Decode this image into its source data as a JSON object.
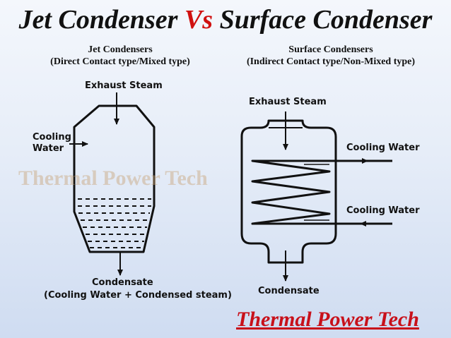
{
  "title": {
    "part1": "Jet Condenser ",
    "vs": "Vs",
    "part2": " Surface Condenser"
  },
  "jet": {
    "heading": "Jet Condensers",
    "subheading": "(Direct Contact type/Mixed type)",
    "exhaust_label": "Exhaust Steam",
    "cooling_label_line1": "Cooling",
    "cooling_label_line2": "Water",
    "condensate_label": "Condensate",
    "condensate_note": "(Cooling Water + Condensed steam)"
  },
  "surface": {
    "heading": "Surface Condensers",
    "subheading": "(Indirect Contact type/Non-Mixed type)",
    "exhaust_label": "Exhaust Steam",
    "cooling_in_label": "Cooling Water",
    "cooling_out_label": "Cooling Water",
    "condensate_label": "Condensate"
  },
  "watermark_faint": "Thermal Power Tech",
  "watermark_brand": "Thermal Power Tech",
  "colors": {
    "accent": "#d01010",
    "brand": "#c8101a"
  }
}
